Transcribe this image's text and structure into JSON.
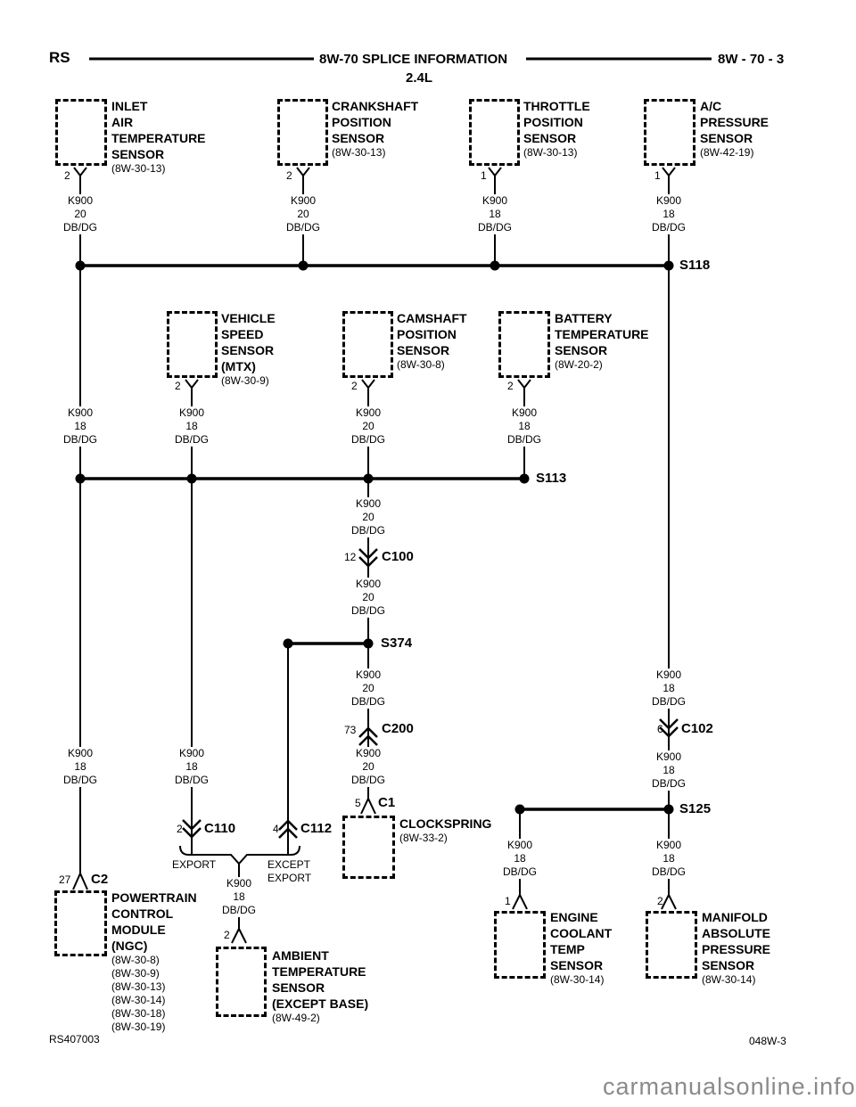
{
  "header": {
    "left_code": "RS",
    "title": "8W-70 SPLICE INFORMATION",
    "subtitle": "2.4L",
    "page_ref": "8W - 70 - 3"
  },
  "footer": {
    "left_code": "RS407003",
    "right_code": "048W-3",
    "watermark": "carmanualsonline.info"
  },
  "splices": {
    "s118": "S118",
    "s113": "S113",
    "s374": "S374",
    "s125": "S125"
  },
  "connectors": {
    "c100": {
      "pin": "12",
      "name": "C100"
    },
    "c200": {
      "pin": "73",
      "name": "C200"
    },
    "c102": {
      "pin": "6",
      "name": "C102"
    },
    "c110": {
      "pin": "2",
      "name": "C110"
    },
    "c112": {
      "pin": "4",
      "name": "C112"
    },
    "c1": {
      "pin": "5",
      "name": "C1"
    },
    "c2": {
      "pin": "27",
      "name": "C2"
    }
  },
  "variants": {
    "export": "EXPORT",
    "except_export_line1": "EXCEPT",
    "except_export_line2": "EXPORT"
  },
  "components": {
    "inlet_air_temp": {
      "pin": "2",
      "name_lines": [
        "INLET",
        "AIR",
        "TEMPERATURE",
        "SENSOR"
      ],
      "refs": [
        "(8W-30-13)"
      ]
    },
    "crankshaft_position": {
      "pin": "2",
      "name_lines": [
        "CRANKSHAFT",
        "POSITION",
        "SENSOR"
      ],
      "refs": [
        "(8W-30-13)"
      ]
    },
    "throttle_position": {
      "pin": "1",
      "name_lines": [
        "THROTTLE",
        "POSITION",
        "SENSOR"
      ],
      "refs": [
        "(8W-30-13)"
      ]
    },
    "ac_pressure": {
      "pin": "1",
      "name_lines": [
        "A/C",
        "PRESSURE",
        "SENSOR"
      ],
      "refs": [
        "(8W-42-19)"
      ]
    },
    "vehicle_speed": {
      "pin": "2",
      "name_lines": [
        "VEHICLE",
        "SPEED",
        "SENSOR",
        "(MTX)"
      ],
      "refs": [
        "(8W-30-9)"
      ]
    },
    "camshaft_position": {
      "pin": "2",
      "name_lines": [
        "CAMSHAFT",
        "POSITION",
        "SENSOR"
      ],
      "refs": [
        "(8W-30-8)"
      ]
    },
    "battery_temp": {
      "pin": "2",
      "name_lines": [
        "BATTERY",
        "TEMPERATURE",
        "SENSOR"
      ],
      "refs": [
        "(8W-20-2)"
      ]
    },
    "clockspring": {
      "name_lines": [
        "CLOCKSPRING"
      ],
      "refs": [
        "(8W-33-2)"
      ]
    },
    "pcm": {
      "name_lines": [
        "POWERTRAIN",
        "CONTROL",
        "MODULE",
        "(NGC)"
      ],
      "refs": [
        "(8W-30-8)",
        "(8W-30-9)",
        "(8W-30-13)",
        "(8W-30-14)",
        "(8W-30-18)",
        "(8W-30-19)"
      ]
    },
    "ambient_temp": {
      "pin": "2",
      "name_lines": [
        "AMBIENT",
        "TEMPERATURE",
        "SENSOR",
        "(EXCEPT BASE)"
      ],
      "refs": [
        "(8W-49-2)"
      ]
    },
    "engine_coolant_temp": {
      "pin": "1",
      "name_lines": [
        "ENGINE",
        "COOLANT",
        "TEMP",
        "SENSOR"
      ],
      "refs": [
        "(8W-30-14)"
      ]
    },
    "map_sensor": {
      "pin": "2",
      "name_lines": [
        "MANIFOLD",
        "ABSOLUTE",
        "PRESSURE",
        "SENSOR"
      ],
      "refs": [
        "(8W-30-14)"
      ]
    }
  },
  "wires": [
    {
      "circuit": "K900",
      "gauge": "20",
      "color": "DB/DG"
    },
    {
      "circuit": "K900",
      "gauge": "20",
      "color": "DB/DG"
    },
    {
      "circuit": "K900",
      "gauge": "18",
      "color": "DB/DG"
    },
    {
      "circuit": "K900",
      "gauge": "18",
      "color": "DB/DG"
    },
    {
      "circuit": "K900",
      "gauge": "18",
      "color": "DB/DG"
    },
    {
      "circuit": "K900",
      "gauge": "18",
      "color": "DB/DG"
    },
    {
      "circuit": "K900",
      "gauge": "20",
      "color": "DB/DG"
    },
    {
      "circuit": "K900",
      "gauge": "18",
      "color": "DB/DG"
    },
    {
      "circuit": "K900",
      "gauge": "20",
      "color": "DB/DG"
    },
    {
      "circuit": "K900",
      "gauge": "20",
      "color": "DB/DG"
    },
    {
      "circuit": "K900",
      "gauge": "20",
      "color": "DB/DG"
    },
    {
      "circuit": "K900",
      "gauge": "18",
      "color": "DB/DG"
    },
    {
      "circuit": "K900",
      "gauge": "18",
      "color": "DB/DG"
    },
    {
      "circuit": "K900",
      "gauge": "18",
      "color": "DB/DG"
    },
    {
      "circuit": "K900",
      "gauge": "20",
      "color": "DB/DG"
    },
    {
      "circuit": "K900",
      "gauge": "18",
      "color": "DB/DG"
    },
    {
      "circuit": "K900",
      "gauge": "18",
      "color": "DB/DG"
    },
    {
      "circuit": "K900",
      "gauge": "18",
      "color": "DB/DG"
    },
    {
      "circuit": "K900",
      "gauge": "18",
      "color": "DB/DG"
    }
  ]
}
